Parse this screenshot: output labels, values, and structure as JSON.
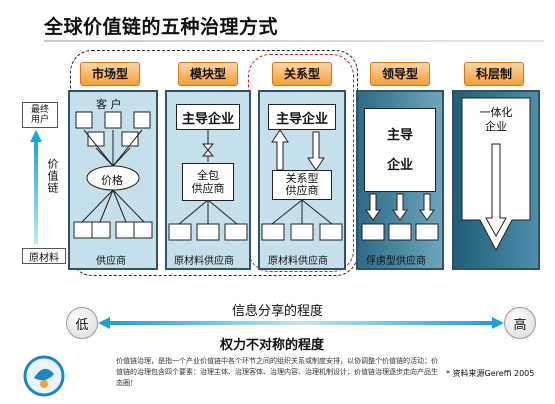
{
  "title": "全球价值链的五种治理方式",
  "side": {
    "end_user": "最终\n用户",
    "value_chain": "价值链",
    "raw_material": "原材料"
  },
  "columns": [
    {
      "label": "市场型"
    },
    {
      "label": "模块型"
    },
    {
      "label": "关系型"
    },
    {
      "label": "领导型"
    },
    {
      "label": "科层制"
    }
  ],
  "market": {
    "customer": "客 户",
    "price": "价格",
    "supplier": "供应商"
  },
  "modular": {
    "leader": "主导企业",
    "turnkey": "全包\n供应商",
    "supplier": "原材料供应商"
  },
  "relational": {
    "leader": "主导企业",
    "rel_supplier": "关系型\n供应商",
    "supplier": "原材料供应商"
  },
  "captive": {
    "leader": "主导\n\n企业",
    "supplier": "俘虏型供应商"
  },
  "hierarchy": {
    "integrated": "一体化\n企业"
  },
  "axis": {
    "low": "低",
    "high": "高",
    "top_label": "信息分享的程度",
    "bottom_label": "权力不对称的程度"
  },
  "footnote": "价值链治理，是指一个产业价值链中各个环节之间的组织关系或制度安排，以协调整个价值链的活动；价值链的治理包含四个要素：治理主体、治理客体、治理内容、治理机制设计；价值链治理逐步走向产品生态圈！",
  "source": "* 资料来源Gereffi 2005"
}
